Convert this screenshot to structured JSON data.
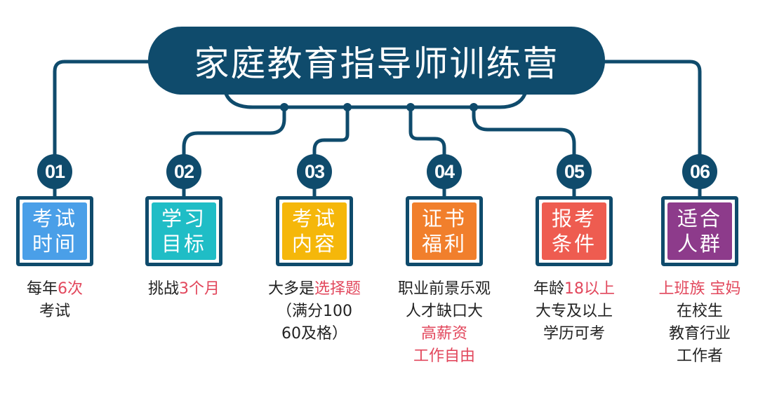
{
  "title": "家庭教育指导师训练营",
  "colors": {
    "navy": "#0f4b6c",
    "highlight": "#e2475c"
  },
  "items": [
    {
      "num": "01",
      "label": [
        "考试",
        "时间"
      ],
      "color": "#4a9fe8",
      "caption": [
        [
          {
            "t": "每年",
            "hl": false
          },
          {
            "t": "6次",
            "hl": true
          }
        ],
        [
          {
            "t": "考试",
            "hl": false
          }
        ]
      ]
    },
    {
      "num": "02",
      "label": [
        "学习",
        "目标"
      ],
      "color": "#1fbdc6",
      "caption": [
        [
          {
            "t": "挑战",
            "hl": false
          },
          {
            "t": "3个月",
            "hl": true
          }
        ]
      ]
    },
    {
      "num": "03",
      "label": [
        "考试",
        "内容"
      ],
      "color": "#f5b70a",
      "caption": [
        [
          {
            "t": "大多是",
            "hl": false
          },
          {
            "t": "选择题",
            "hl": true
          }
        ],
        [
          {
            "t": "（满分100",
            "hl": false
          }
        ],
        [
          {
            "t": "60及格）",
            "hl": false
          }
        ]
      ]
    },
    {
      "num": "04",
      "label": [
        "证书",
        "福利"
      ],
      "color": "#f17f2c",
      "caption": [
        [
          {
            "t": "职业前景乐观",
            "hl": false
          }
        ],
        [
          {
            "t": "人才缺口大",
            "hl": false
          }
        ],
        [
          {
            "t": "高薪资",
            "hl": true
          }
        ],
        [
          {
            "t": "工作自由",
            "hl": true
          }
        ]
      ]
    },
    {
      "num": "05",
      "label": [
        "报考",
        "条件"
      ],
      "color": "#ee5c50",
      "caption": [
        [
          {
            "t": "年龄",
            "hl": false
          },
          {
            "t": "18以上",
            "hl": true
          }
        ],
        [
          {
            "t": "大专及以上",
            "hl": false
          }
        ],
        [
          {
            "t": "学历可考",
            "hl": false
          }
        ]
      ]
    },
    {
      "num": "06",
      "label": [
        "适合",
        "人群"
      ],
      "color": "#8d3b8b",
      "caption": [
        [
          {
            "t": "上班族 宝妈",
            "hl": true
          }
        ],
        [
          {
            "t": "在校生",
            "hl": false
          }
        ],
        [
          {
            "t": "教育行业",
            "hl": false
          }
        ],
        [
          {
            "t": "工作者",
            "hl": false
          }
        ]
      ]
    }
  ]
}
